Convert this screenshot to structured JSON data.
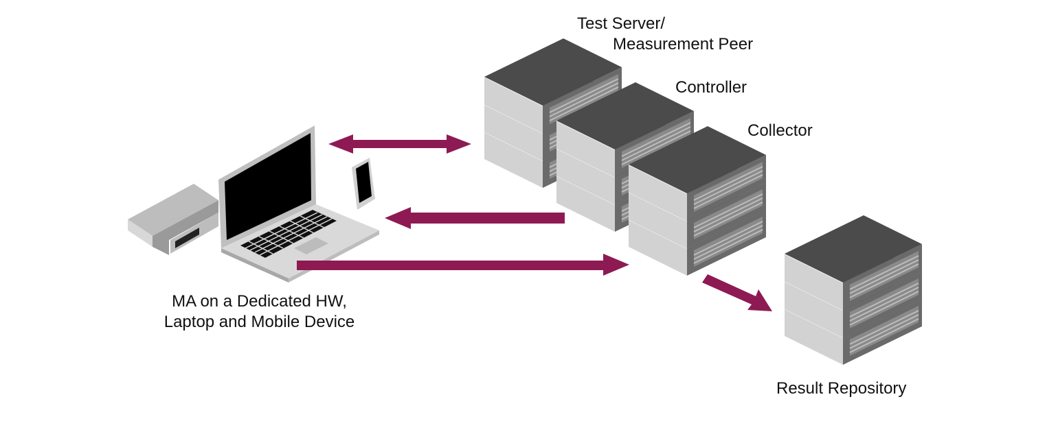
{
  "labels": {
    "test_server": [
      "Test Server/",
      "Measurement Peer"
    ],
    "controller": "Controller",
    "collector": "Collector",
    "result_repository": "Result Repository",
    "ma": [
      "MA on a Dedicated HW,",
      "Laptop and Mobile Device"
    ]
  },
  "colors": {
    "arrow": "#8e1a54",
    "server_top": "#4b4b4b",
    "server_side": "#d2d2d2",
    "server_front": "#6a6a6a",
    "server_edge": "#f2f2f2",
    "laptop_body": "#d4d4d4",
    "screen": "#000000"
  }
}
